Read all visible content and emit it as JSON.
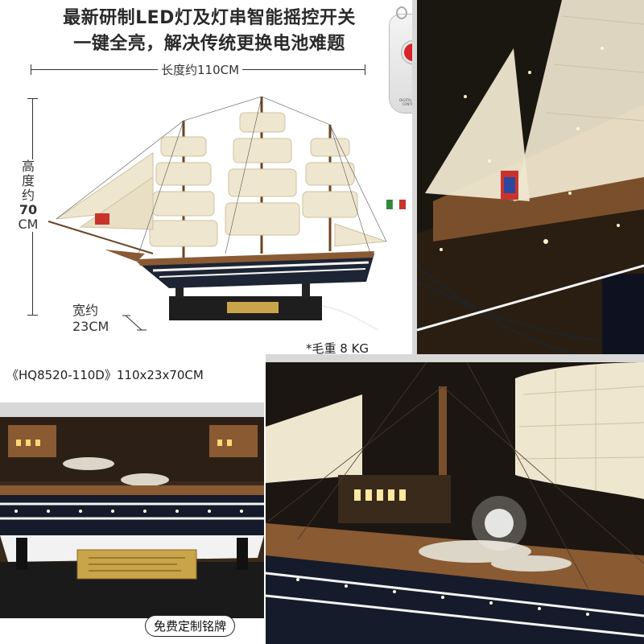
{
  "headline_line1": "最新研制LED灯及灯串智能摇控开关",
  "headline_line2": "一键全亮，解决传统更换电池难题",
  "length_label": "长度约110CM",
  "height_label": [
    "高",
    "度",
    "约",
    "70",
    "CM"
  ],
  "width_label_1": "宽约",
  "width_label_2": "23CM",
  "weight_label": "*毛重 8 KG",
  "model_label": "《HQ8520-110D》110x23x70CM",
  "badge_label": "免费定制铭牌",
  "remote_text": "DIGITAL REMOTE CONTROLLER",
  "colors": {
    "hull_dark": "#1d2433",
    "deck_wood": "#8a5a33",
    "sail": "#efe6cf",
    "background": "#ffffff"
  }
}
